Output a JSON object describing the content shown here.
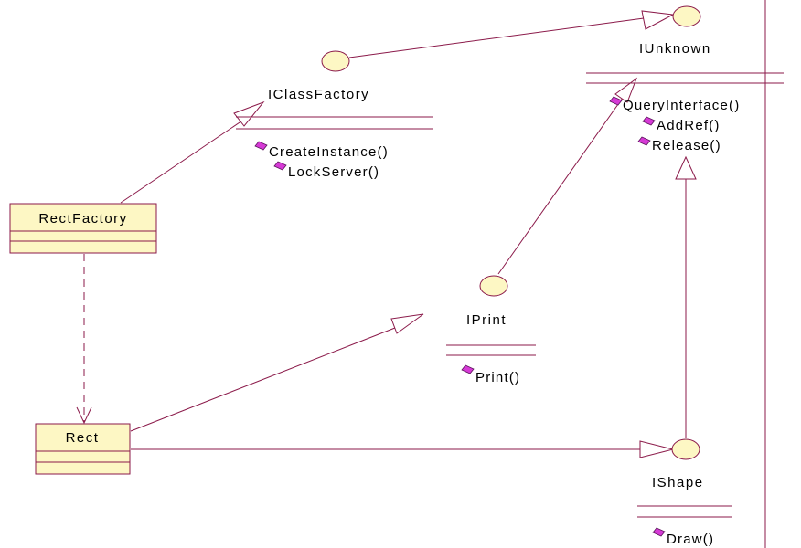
{
  "interfaces": {
    "iunknown": {
      "name": "IUnknown",
      "operations": [
        "QueryInterface()",
        "AddRef()",
        "Release()"
      ]
    },
    "iclassfactory": {
      "name": "IClassFactory",
      "operations": [
        "CreateInstance()",
        "LockServer()"
      ]
    },
    "iprint": {
      "name": "IPrint",
      "operations": [
        "Print()"
      ]
    },
    "ishape": {
      "name": "IShape",
      "operations": [
        "Draw()"
      ]
    }
  },
  "classes": {
    "rectfactory": {
      "name": "RectFactory"
    },
    "rect": {
      "name": "Rect"
    }
  },
  "colors": {
    "line": "#8b1a4a",
    "class_fill": "#fdf7c4",
    "operation_icon": "#d63ad6"
  }
}
